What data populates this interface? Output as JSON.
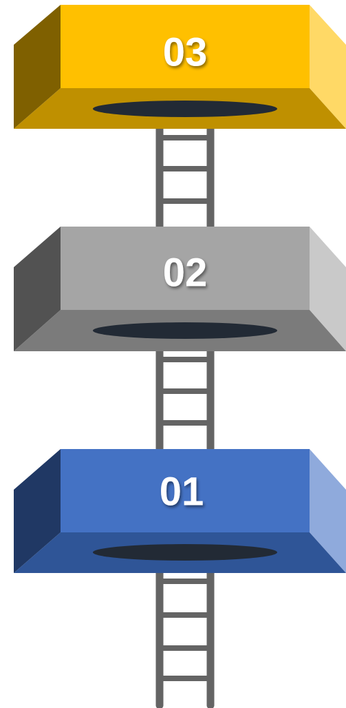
{
  "levels": [
    {
      "label": "03",
      "colors": {
        "front": "#FFC000",
        "left": "#7F6000",
        "right": "#FFD966",
        "bottom": "#BF9000"
      }
    },
    {
      "label": "02",
      "colors": {
        "front": "#A5A5A5",
        "left": "#525252",
        "right": "#C9C9C9",
        "bottom": "#7B7B7B"
      }
    },
    {
      "label": "01",
      "colors": {
        "front": "#4472C4",
        "left": "#203864",
        "right": "#8FAADC",
        "bottom": "#2F5597"
      }
    }
  ],
  "ladder_color": "#646464",
  "hole_color": "#222A35"
}
